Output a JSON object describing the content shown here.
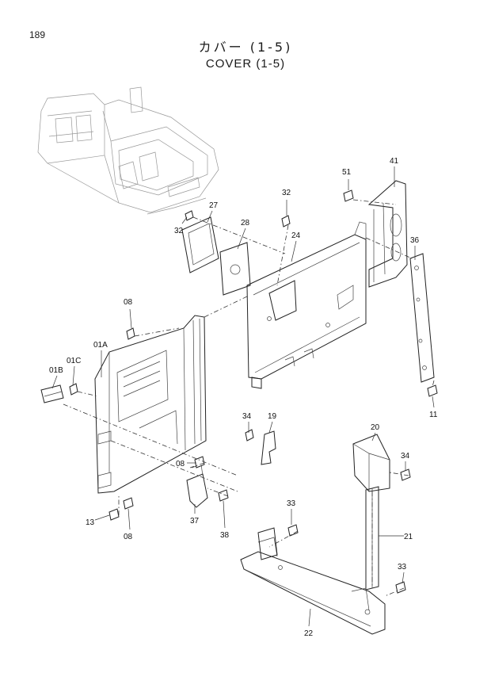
{
  "page": {
    "number": "189",
    "title_ja": "カバー (1-5)",
    "title_en": "COVER (1-5)"
  },
  "callouts": [
    {
      "id": "c-51",
      "label": "51"
    },
    {
      "id": "c-41",
      "label": "41"
    },
    {
      "id": "c-32a",
      "label": "32"
    },
    {
      "id": "c-27",
      "label": "27"
    },
    {
      "id": "c-32b",
      "label": "32"
    },
    {
      "id": "c-28",
      "label": "28"
    },
    {
      "id": "c-24",
      "label": "24"
    },
    {
      "id": "c-36",
      "label": "36"
    },
    {
      "id": "c-08a",
      "label": "08"
    },
    {
      "id": "c-01A",
      "label": "01A"
    },
    {
      "id": "c-01C",
      "label": "01C"
    },
    {
      "id": "c-01B",
      "label": "01B"
    },
    {
      "id": "c-11",
      "label": "11"
    },
    {
      "id": "c-34a",
      "label": "34"
    },
    {
      "id": "c-19",
      "label": "19"
    },
    {
      "id": "c-20",
      "label": "20"
    },
    {
      "id": "c-34b",
      "label": "34"
    },
    {
      "id": "c-08b",
      "label": "08"
    },
    {
      "id": "c-37",
      "label": "37"
    },
    {
      "id": "c-38",
      "label": "38"
    },
    {
      "id": "c-33a",
      "label": "33"
    },
    {
      "id": "c-21",
      "label": "21"
    },
    {
      "id": "c-13",
      "label": "13"
    },
    {
      "id": "c-08c",
      "label": "08"
    },
    {
      "id": "c-33b",
      "label": "33"
    },
    {
      "id": "c-22",
      "label": "22"
    }
  ]
}
